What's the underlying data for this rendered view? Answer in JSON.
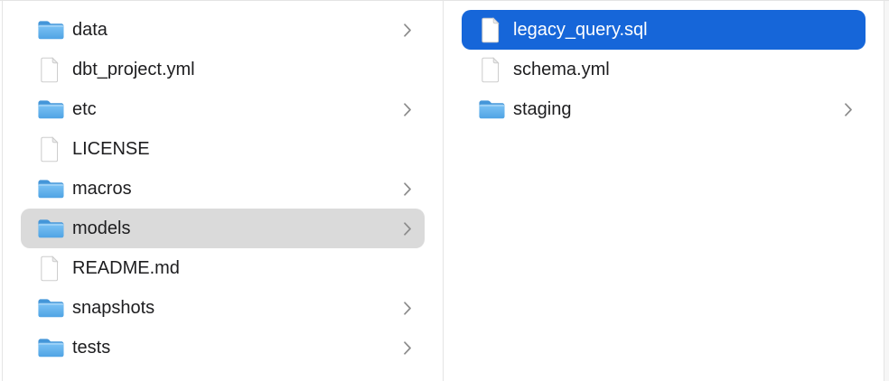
{
  "app": "finder-column-view",
  "colors": {
    "selection_active": "#1666d9",
    "selection_inactive": "#dadada",
    "selected_text": "#ffffff",
    "text": "#1d1d1f",
    "chevron": "#8b8b8b",
    "divider": "#e4e4e4",
    "edge_strip": "#f6f6f6",
    "folder_tab": "#4496d9",
    "folder_body_top": "#7cc3f5",
    "folder_body_bottom": "#4fa3e4",
    "file_fill": "#ffffff",
    "file_stroke": "#cdcdcd",
    "file_fold": "#ececec"
  },
  "columns": [
    {
      "id": "column-1",
      "items": [
        {
          "label": "data",
          "type": "folder",
          "chevron": true,
          "selected": "none"
        },
        {
          "label": "dbt_project.yml",
          "type": "file",
          "chevron": false,
          "selected": "none"
        },
        {
          "label": "etc",
          "type": "folder",
          "chevron": true,
          "selected": "none"
        },
        {
          "label": "LICENSE",
          "type": "file",
          "chevron": false,
          "selected": "none"
        },
        {
          "label": "macros",
          "type": "folder",
          "chevron": true,
          "selected": "none"
        },
        {
          "label": "models",
          "type": "folder",
          "chevron": true,
          "selected": "inactive"
        },
        {
          "label": "README.md",
          "type": "file",
          "chevron": false,
          "selected": "none"
        },
        {
          "label": "snapshots",
          "type": "folder",
          "chevron": true,
          "selected": "none"
        },
        {
          "label": "tests",
          "type": "folder",
          "chevron": true,
          "selected": "none"
        }
      ]
    },
    {
      "id": "column-2",
      "items": [
        {
          "label": "legacy_query.sql",
          "type": "file",
          "chevron": false,
          "selected": "active"
        },
        {
          "label": "schema.yml",
          "type": "file",
          "chevron": false,
          "selected": "none"
        },
        {
          "label": "staging",
          "type": "folder",
          "chevron": true,
          "selected": "none"
        }
      ]
    }
  ]
}
